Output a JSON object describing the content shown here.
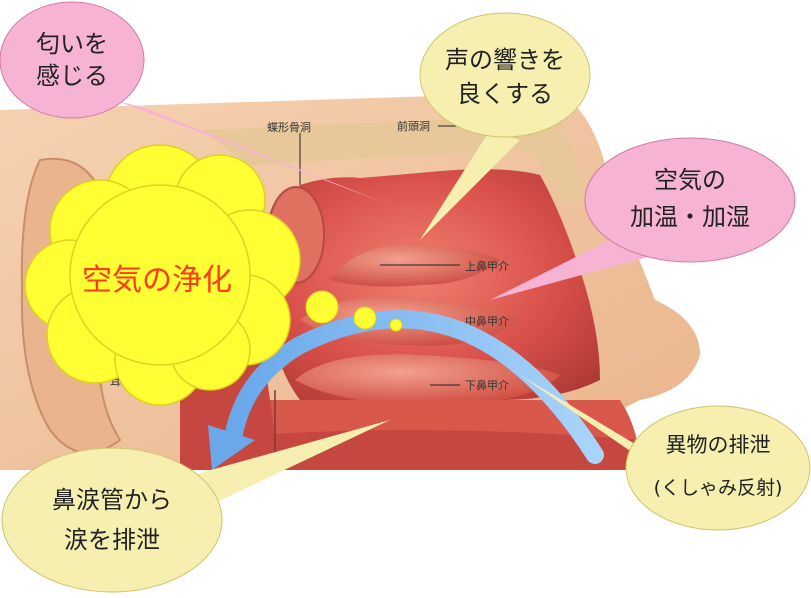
{
  "callouts": {
    "smell": [
      "匂いを",
      "感じる"
    ],
    "resonance": [
      "声の響きを",
      "良くする"
    ],
    "warm": [
      "空気の",
      "加温・加湿"
    ],
    "purify": "空気の浄化",
    "expel": [
      "異物の排泄",
      "(くしゃみ反射)"
    ],
    "tears": [
      "鼻涙管から",
      "涙を排泄"
    ]
  },
  "anatomy": {
    "sphenoid_sinus": "蝶形骨洞",
    "frontal_sinus": "前頭洞",
    "superior_turbinate": "上鼻甲介",
    "middle_turbinate": "中鼻甲介",
    "inferior_turbinate": "下鼻甲介",
    "ear_partial": "耳管"
  },
  "colors": {
    "pink_callout": "#f7b3d3",
    "yellow_callout": "#f6efb0",
    "cloud_yellow": "#ffff33",
    "cloud_text": "#ff3a1a",
    "arrow_blue": "#8ec5f5",
    "tissue_red": "#d9504a",
    "skin": "#f3c9a6"
  }
}
